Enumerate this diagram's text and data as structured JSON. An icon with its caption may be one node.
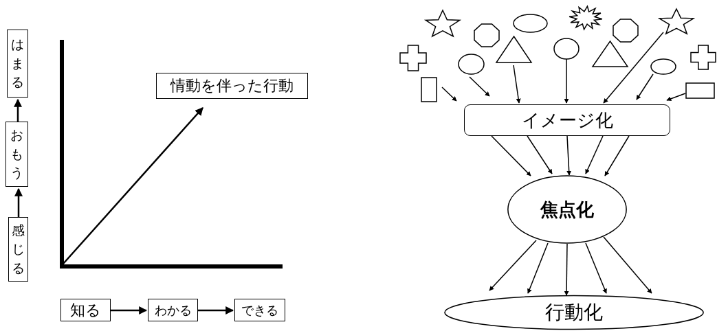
{
  "diagram": {
    "nodes": [
      {
        "text": [
          "はまる"
        ]
      },
      {
        "text": [
          "おもう"
        ]
      },
      {
        "text": [
          "感じる"
        ]
      },
      {
        "text": [
          "情動を伴った行動"
        ]
      },
      {
        "text": [
          "知る"
        ]
      },
      {
        "text": [
          "わかる"
        ]
      },
      {
        "text": [
          "できる"
        ]
      },
      {
        "text": [],
        "shape": "star"
      },
      {
        "text": [],
        "shape": "octagon"
      },
      {
        "text": [],
        "shape": "ellipse"
      },
      {
        "text": [],
        "shape": "starburst"
      },
      {
        "text": [],
        "shape": "octagon"
      },
      {
        "text": [],
        "shape": "star"
      },
      {
        "text": [],
        "shape": "cross"
      },
      {
        "text": [],
        "shape": "circle"
      },
      {
        "text": [],
        "shape": "triangle"
      },
      {
        "text": [],
        "shape": "circle"
      },
      {
        "text": [],
        "shape": "triangle"
      },
      {
        "text": [],
        "shape": "circle"
      },
      {
        "text": [],
        "shape": "cross"
      },
      {
        "text": [],
        "shape": "box"
      },
      {
        "text": [],
        "shape": "box"
      },
      {
        "text": [
          "イメージ化"
        ]
      },
      {
        "text": [
          "焦点化"
        ]
      },
      {
        "text": [
          "行動化"
        ]
      }
    ],
    "edges": [
      {
        "from": 1,
        "to": 0,
        "arrow": "to"
      },
      {
        "from": 2,
        "to": 1,
        "arrow": "to"
      },
      {
        "from": null,
        "to": 3,
        "arrow": "to"
      },
      {
        "from": 4,
        "to": 5,
        "arrow": "to"
      },
      {
        "from": 5,
        "to": 6,
        "arrow": "to"
      },
      {
        "from": 20,
        "to": 22,
        "arrow": "to"
      },
      {
        "from": 14,
        "to": 22,
        "arrow": "to"
      },
      {
        "from": 15,
        "to": 22,
        "arrow": "to"
      },
      {
        "from": 16,
        "to": 22,
        "arrow": "to"
      },
      {
        "from": 12,
        "to": 22,
        "arrow": "to"
      },
      {
        "from": 18,
        "to": 22,
        "arrow": "to"
      },
      {
        "from": 21,
        "to": 22,
        "arrow": "to"
      },
      {
        "from": 22,
        "to": 23,
        "arrow": "to"
      },
      {
        "from": 22,
        "to": 23,
        "arrow": "to"
      },
      {
        "from": 22,
        "to": 23,
        "arrow": "to"
      },
      {
        "from": 22,
        "to": 23,
        "arrow": "to"
      },
      {
        "from": 22,
        "to": 23,
        "arrow": "to"
      },
      {
        "from": 23,
        "to": 24,
        "arrow": "to"
      },
      {
        "from": 23,
        "to": 24,
        "arrow": "to"
      },
      {
        "from": 23,
        "to": 24,
        "arrow": "to"
      },
      {
        "from": 23,
        "to": 24,
        "arrow": "to"
      },
      {
        "from": 23,
        "to": 24,
        "arrow": "to"
      }
    ]
  }
}
